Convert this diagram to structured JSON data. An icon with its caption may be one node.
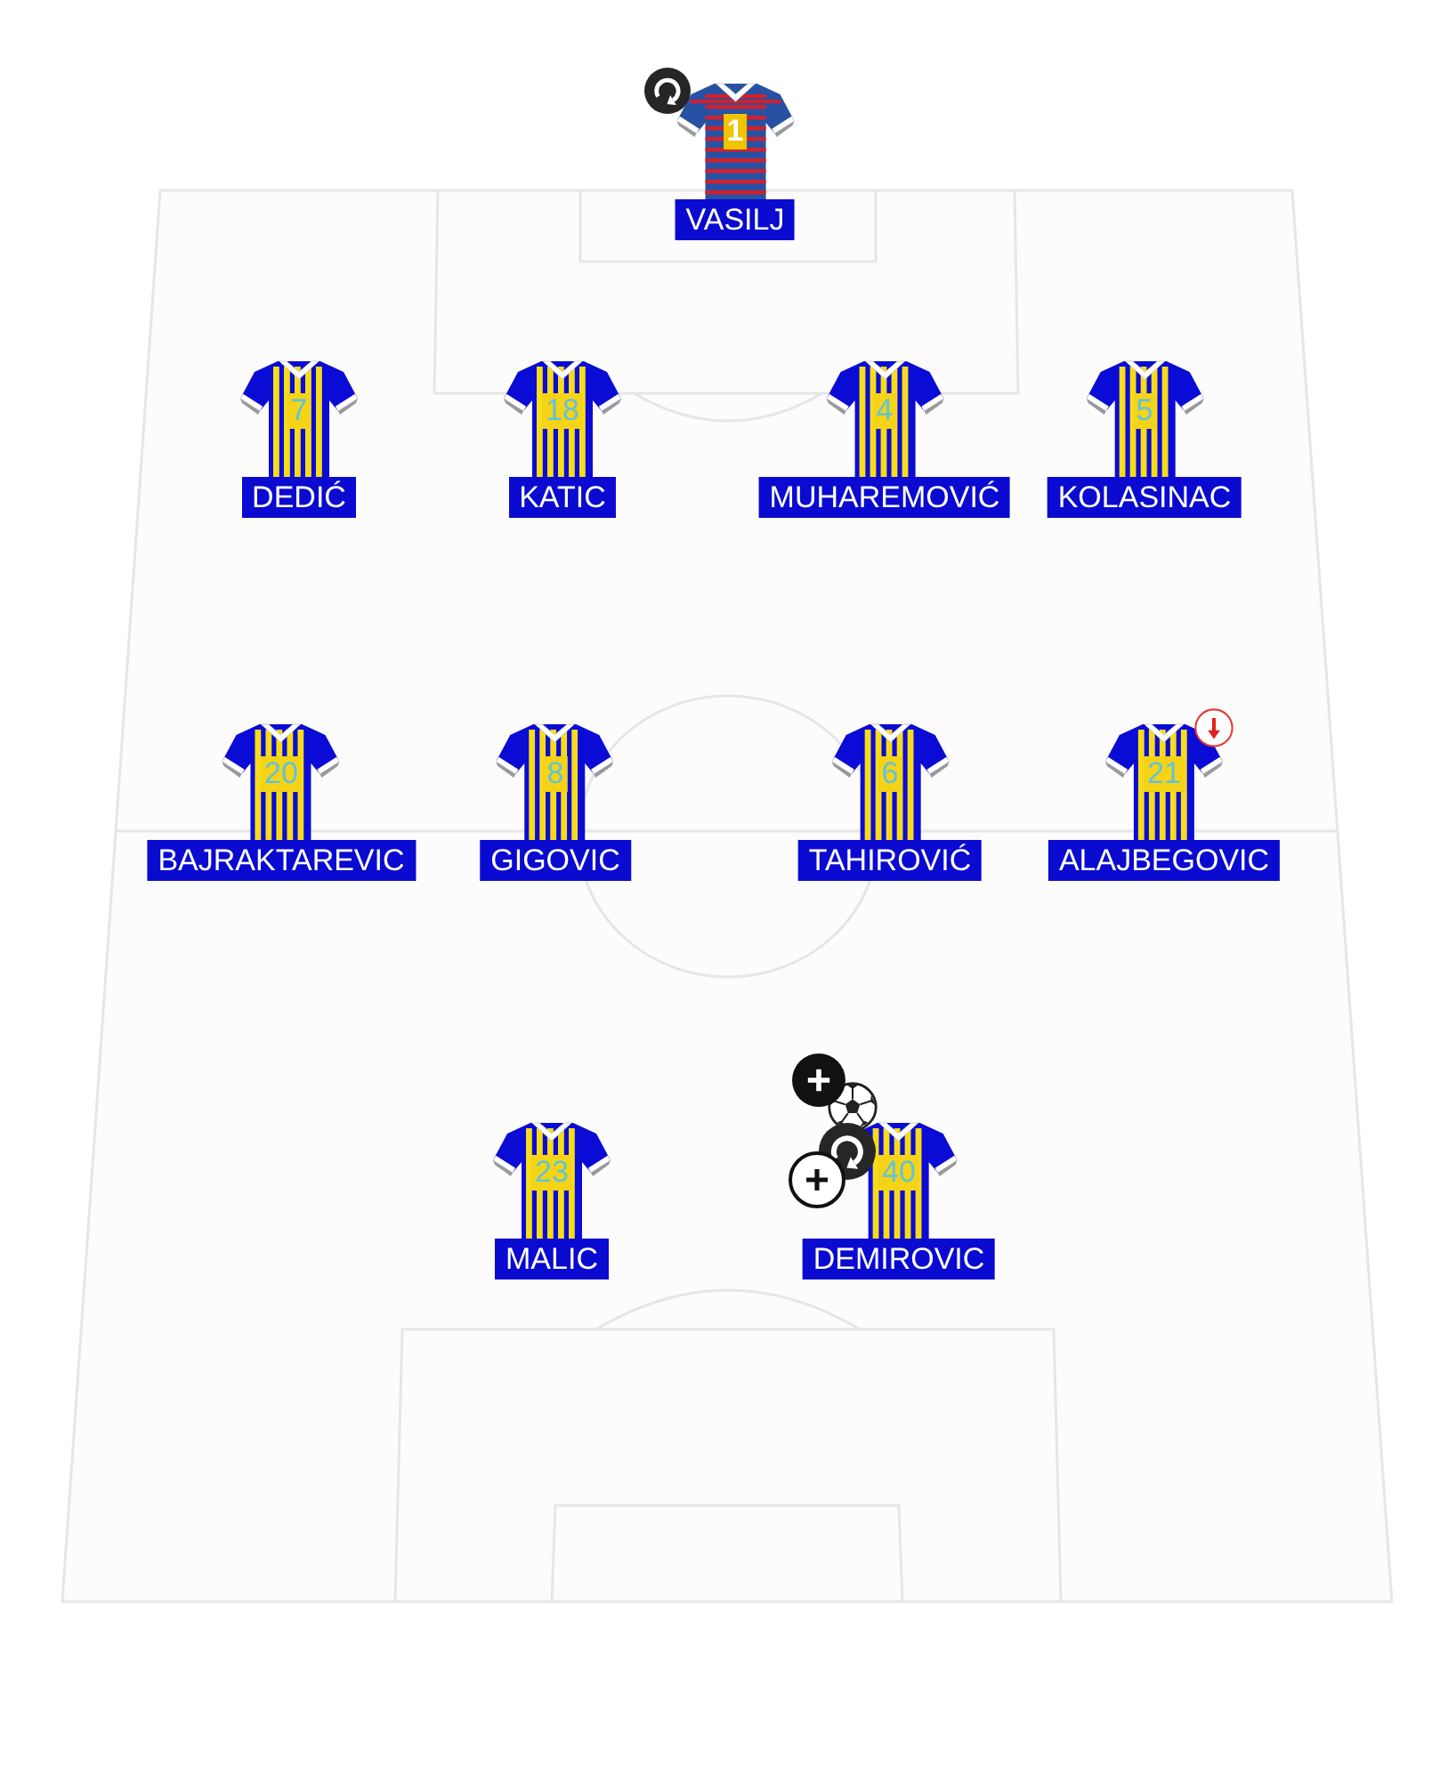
{
  "diagram": {
    "nodes": [
      {
        "text": [
          "1",
          "VASILJ"
        ]
      },
      {
        "text": [
          "7",
          "DEDIĆ"
        ]
      },
      {
        "text": [
          "18",
          "KATIC"
        ]
      },
      {
        "text": [
          "4",
          "MUHAREMOVIĆ"
        ]
      },
      {
        "text": [
          "5",
          "KOLASINAC"
        ]
      },
      {
        "text": [
          "20",
          "BAJRAKTAREVIC"
        ]
      },
      {
        "text": [
          "8",
          "GIGOVIC"
        ]
      },
      {
        "text": [
          "6",
          "TAHIROVIĆ"
        ]
      },
      {
        "text": [
          "21",
          "ALAJBEGOVIC"
        ]
      },
      {
        "text": [
          "23",
          "MALIC"
        ]
      },
      {
        "text": [
          "40",
          "DEMIROVIC"
        ]
      }
    ]
  }
}
